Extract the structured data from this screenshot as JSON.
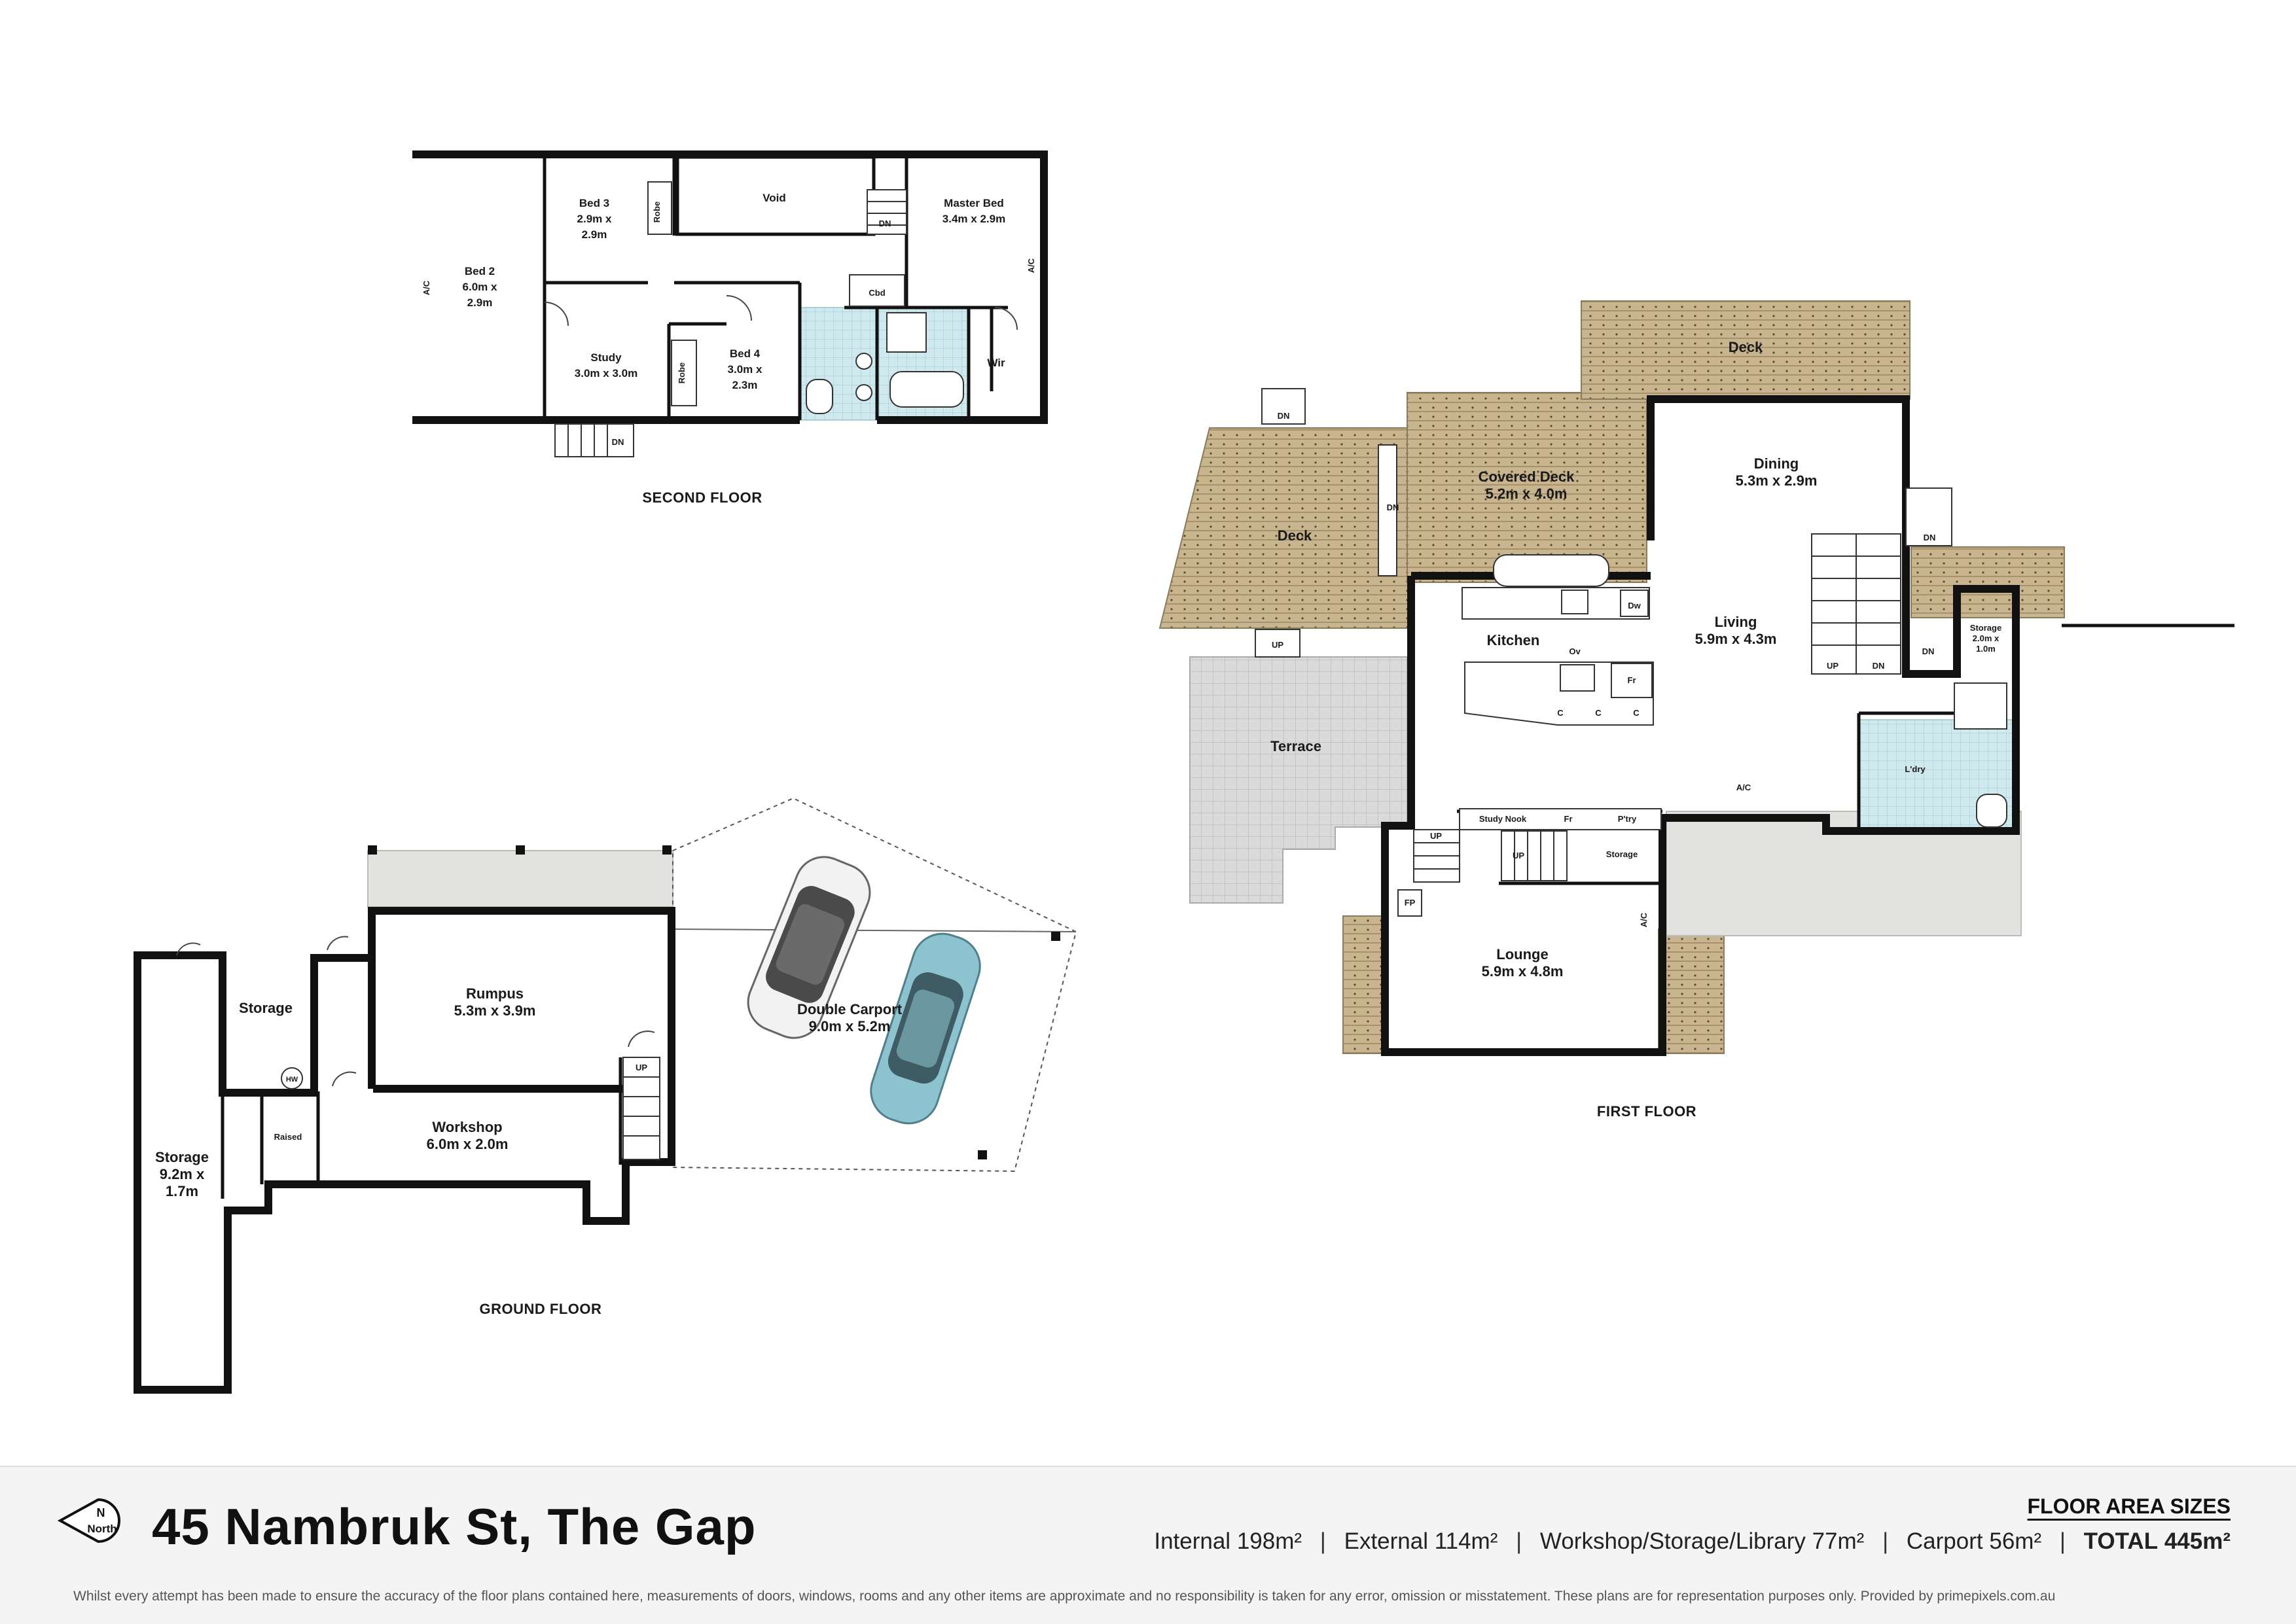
{
  "floors": {
    "second": {
      "title": "SECOND FLOOR",
      "rooms": [
        {
          "id": "bed2",
          "name": "Bed 2",
          "size": [
            "6.0m x",
            "2.9m"
          ]
        },
        {
          "id": "bed3",
          "name": "Bed 3",
          "size": [
            "2.9m x",
            "2.9m"
          ]
        },
        {
          "id": "void",
          "name": "Void",
          "size": []
        },
        {
          "id": "master",
          "name": "Master Bed",
          "size": [
            "3.4m x 2.9m"
          ]
        },
        {
          "id": "study",
          "name": "Study",
          "size": [
            "3.0m x 3.0m"
          ]
        },
        {
          "id": "bed4",
          "name": "Bed 4",
          "size": [
            "3.0m x",
            "2.3m"
          ]
        }
      ],
      "fixtures": {
        "robe": "Robe",
        "cbd": "Cbd",
        "wir": "Wir",
        "ac": "A/C",
        "dn": "DN"
      }
    },
    "first": {
      "title": "FIRST FLOOR",
      "rooms": [
        {
          "id": "deck_top",
          "name": "Deck",
          "size": []
        },
        {
          "id": "dining",
          "name": "Dining",
          "size": [
            "5.3m x 2.9m"
          ]
        },
        {
          "id": "covered_deck",
          "name": "Covered Deck",
          "size": [
            "5.2m x 4.0m"
          ]
        },
        {
          "id": "deck_left",
          "name": "Deck",
          "size": []
        },
        {
          "id": "kitchen",
          "name": "Kitchen",
          "size": []
        },
        {
          "id": "living",
          "name": "Living",
          "size": [
            "5.9m x 4.3m"
          ]
        },
        {
          "id": "terrace",
          "name": "Terrace",
          "size": []
        },
        {
          "id": "lounge",
          "name": "Lounge",
          "size": [
            "5.9m x 4.8m"
          ]
        },
        {
          "id": "storage_small",
          "name": "Storage",
          "size": [
            "2.0m x",
            "1.0m"
          ]
        },
        {
          "id": "ldry",
          "name": "L'dry",
          "size": []
        }
      ],
      "fixtures": {
        "ov": "Ov",
        "dw": "Dw",
        "fr": "Fr",
        "c": "C",
        "study_nook": "Study Nook",
        "ptry": "P'try",
        "storage": "Storage",
        "fp": "FP",
        "ac": "A/C",
        "up": "UP",
        "dn": "DN"
      }
    },
    "ground": {
      "title": "GROUND FLOOR",
      "rooms": [
        {
          "id": "rumpus",
          "name": "Rumpus",
          "size": [
            "5.3m x 3.9m"
          ]
        },
        {
          "id": "carport",
          "name": "Double Carport",
          "size": [
            "9.0m x 5.2m"
          ]
        },
        {
          "id": "storage_top",
          "name": "Storage",
          "size": []
        },
        {
          "id": "storage_long",
          "name": "Storage",
          "size": [
            "9.2m x",
            "1.7m"
          ]
        },
        {
          "id": "workshop",
          "name": "Workshop",
          "size": [
            "6.0m x 2.0m"
          ]
        },
        {
          "id": "raised",
          "name": "Raised",
          "size": []
        }
      ],
      "fixtures": {
        "hw": "HW",
        "up": "UP"
      }
    }
  },
  "compass": {
    "letter": "N",
    "label": "North"
  },
  "address": "45 Nambruk St, The Gap",
  "floor_area_title": "FLOOR AREA SIZES",
  "areas": [
    {
      "label": "Internal",
      "value": "198m²"
    },
    {
      "label": "External",
      "value": "114m²"
    },
    {
      "label": "Workshop/Storage/Library",
      "value": "77m²"
    },
    {
      "label": "Carport",
      "value": "56m²"
    }
  ],
  "total": {
    "label": "TOTAL",
    "value": "445m²"
  },
  "disclaimer": "Whilst every attempt has been made to ensure the accuracy of the floor plans contained here, measurements of doors, windows, rooms and any other items are approximate and no responsibility is taken for any error, omission or misstatement. These plans are for representation purposes only. Provided by primepixels.com.au",
  "colors": {
    "deck": "#c8b48e",
    "terrace": "#d9d9d9",
    "paved": "#e2e2df",
    "wet_area": "#cfe9ee",
    "car_white": "#f2f2f2",
    "car_blue": "#8cc3cf",
    "walls": "#111111"
  }
}
